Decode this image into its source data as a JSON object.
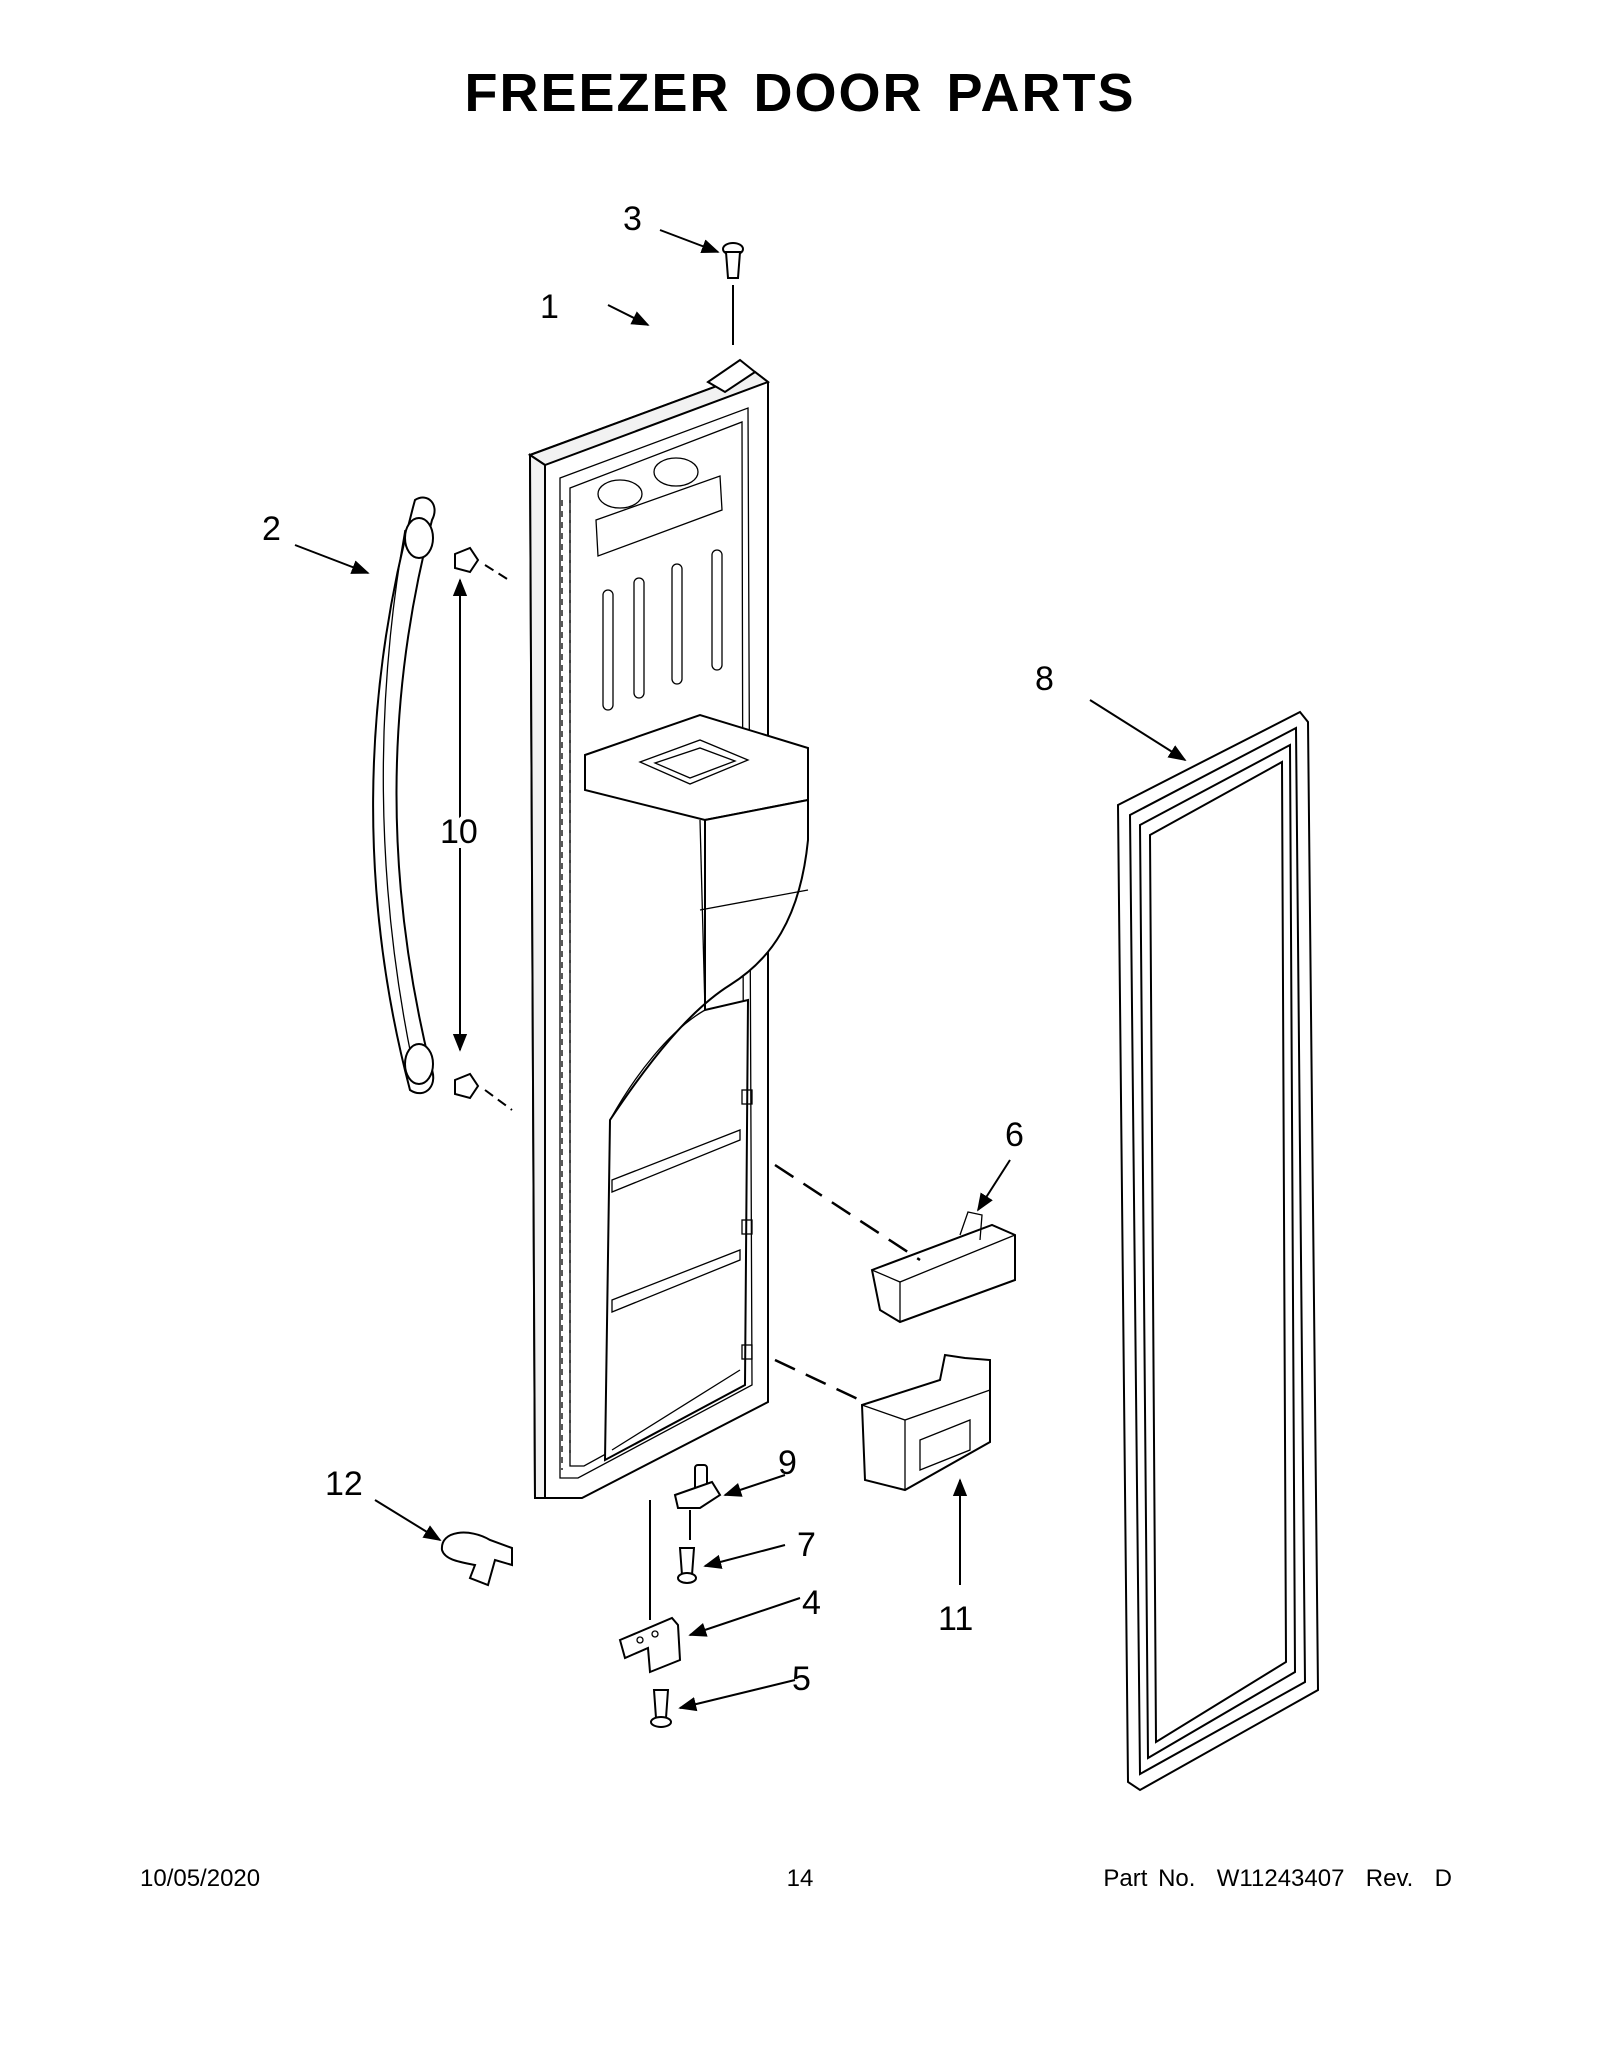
{
  "title": "FREEZER DOOR PARTS",
  "footer": {
    "date": "10/05/2020",
    "page_number": "14",
    "part_number": "Part No.  W11243407  Rev.  D"
  },
  "callouts": [
    "1",
    "2",
    "3",
    "4",
    "5",
    "6",
    "7",
    "8",
    "9",
    "10",
    "11",
    "12"
  ]
}
